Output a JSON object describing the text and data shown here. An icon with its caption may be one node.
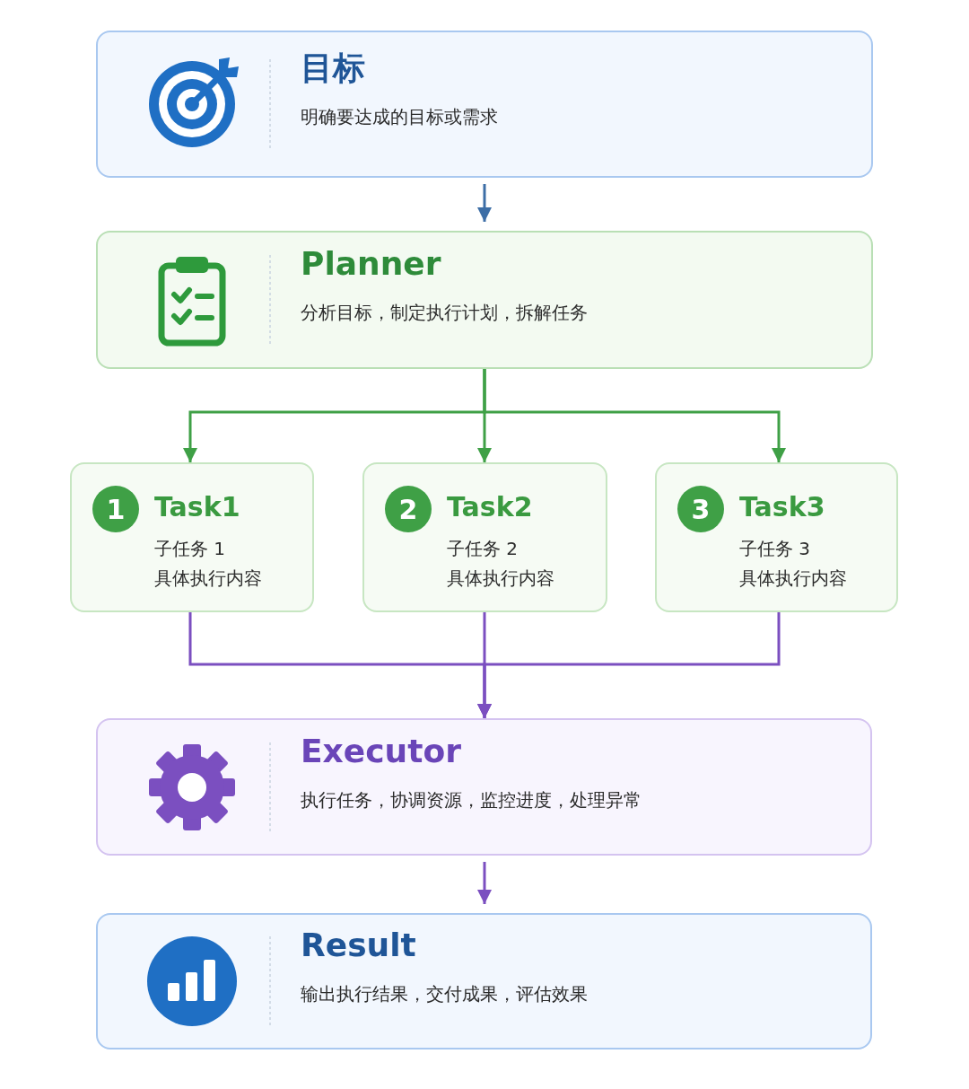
{
  "diagram": {
    "nodes": [
      {
        "text": [
          "目标",
          "明确要达成的目标或需求"
        ]
      },
      {
        "text": [
          "Planner",
          "分析目标，制定执行计划，拆解任务"
        ]
      },
      {
        "text": [
          "Task1",
          "子任务 1",
          "具体执行内容"
        ]
      },
      {
        "text": [
          "1"
        ],
        "in": 2
      },
      {
        "text": [
          "Task2",
          "子任务 2",
          "具体执行内容"
        ]
      },
      {
        "text": [
          "2"
        ],
        "in": 4
      },
      {
        "text": [
          "Task3",
          "子任务 3",
          "具体执行内容"
        ]
      },
      {
        "text": [
          "3"
        ],
        "in": 6
      },
      {
        "text": [
          "Executor",
          "执行任务，协调资源，监控进度，处理异常"
        ]
      },
      {
        "text": [
          "Result",
          "输出执行结果，交付成果，评估效果"
        ]
      }
    ],
    "edges": [
      {
        "from": 0,
        "to": 1,
        "arrow": "to",
        "color": "#3d6ea6"
      },
      {
        "from": 1,
        "to": 2,
        "arrow": "to",
        "color": "#3fa046"
      },
      {
        "from": 1,
        "to": 4,
        "arrow": "to",
        "color": "#3fa046"
      },
      {
        "from": 1,
        "to": 6,
        "arrow": "to",
        "color": "#3fa046"
      },
      {
        "from": 2,
        "to": 8,
        "arrow": "to",
        "color": "#7b4fc0"
      },
      {
        "from": 4,
        "to": 8,
        "arrow": "to",
        "color": "#7b4fc0"
      },
      {
        "from": 6,
        "to": 8,
        "arrow": "to",
        "color": "#7b4fc0"
      },
      {
        "from": 8,
        "to": 9,
        "arrow": "to",
        "color": "#7b4fc0"
      }
    ]
  }
}
